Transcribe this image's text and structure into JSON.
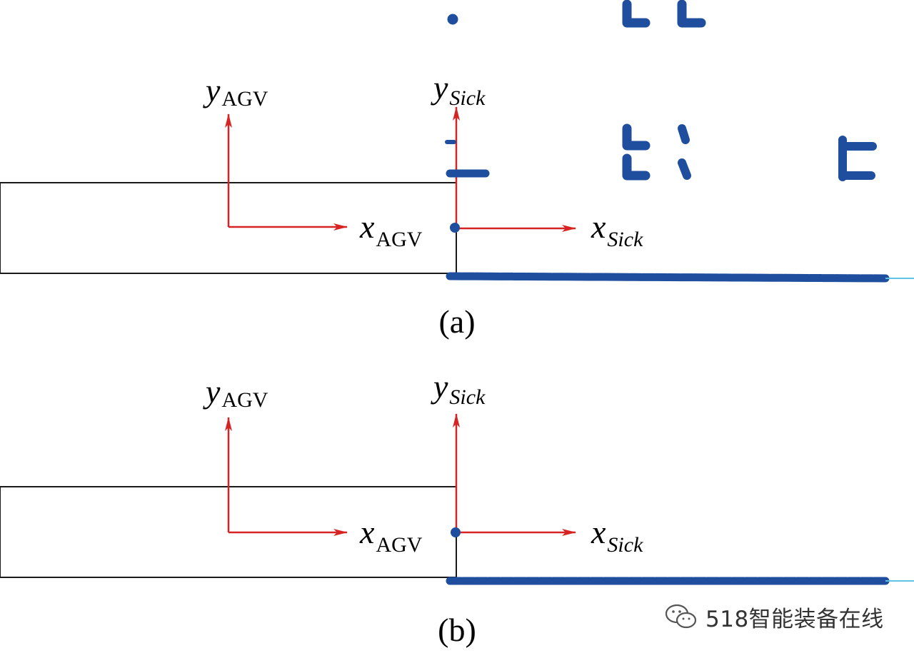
{
  "colors": {
    "axis_arrow": "#d62424",
    "scan_point": "#1f4e9e",
    "body_outline": "#1a1a1a",
    "reference_line": "#5fc3e6"
  },
  "panels": [
    {
      "id": "a",
      "caption": "(a)",
      "agv_frame": {
        "x_label": "x",
        "x_sub": "AGV",
        "y_label": "y",
        "y_sub": "AGV"
      },
      "sick_frame": {
        "x_label": "x",
        "x_sub": "Sick",
        "y_label": "y",
        "y_sub": "Sick"
      }
    },
    {
      "id": "b",
      "caption": "(b)",
      "agv_frame": {
        "x_label": "x",
        "x_sub": "AGV",
        "y_label": "y",
        "y_sub": "AGV"
      },
      "sick_frame": {
        "x_label": "x",
        "x_sub": "Sick",
        "y_label": "y",
        "y_sub": "Sick"
      }
    }
  ],
  "watermark": {
    "icon": "wechat-icon",
    "text": "518智能装备在线"
  }
}
